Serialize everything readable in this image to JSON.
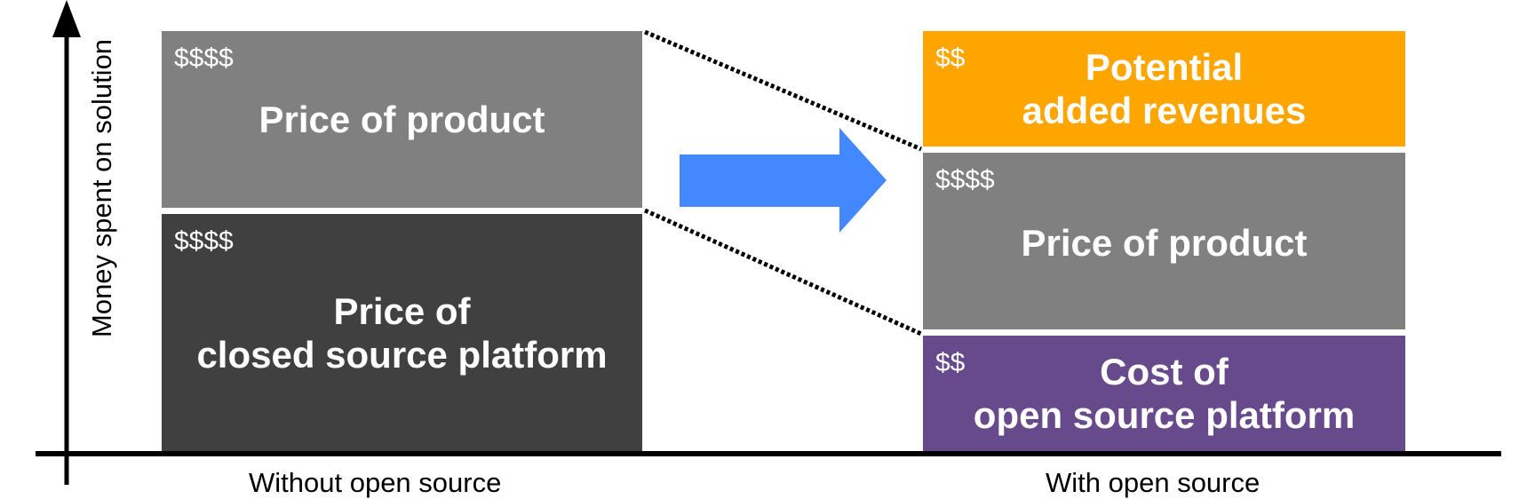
{
  "y_axis_label": "Money spent on solution",
  "columns": [
    {
      "caption": "Without open source",
      "blocks": [
        {
          "price": "$$$$",
          "lines": [
            "Price of product"
          ],
          "color": "#808080"
        },
        {
          "price": "$$$$",
          "lines": [
            "Price of",
            "closed source platform"
          ],
          "color": "#404040"
        }
      ]
    },
    {
      "caption": "With open source",
      "blocks": [
        {
          "price": "$$",
          "lines": [
            "Potential",
            "added revenues"
          ],
          "color": "#FFA500"
        },
        {
          "price": "$$$$",
          "lines": [
            "Price of product"
          ],
          "color": "#808080"
        },
        {
          "price": "$$",
          "lines": [
            "Cost of",
            "open source platform"
          ],
          "color": "#674A8C"
        }
      ]
    }
  ],
  "arrow_color": "#4488FF"
}
